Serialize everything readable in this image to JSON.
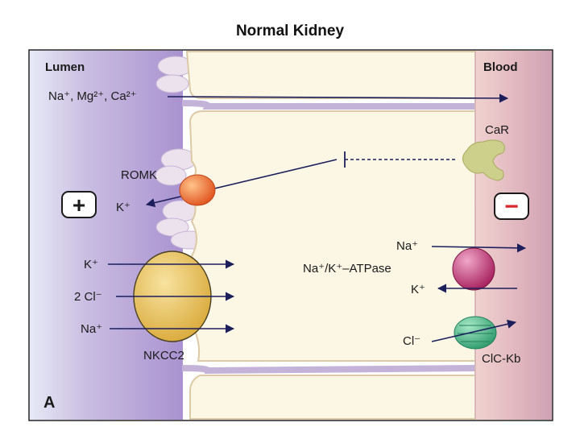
{
  "title": "Normal Kidney",
  "regions": {
    "lumen": "Lumen",
    "blood": "Blood"
  },
  "apical_transport": {
    "paracellular_cations": "Na⁺, Mg²⁺, Ca²⁺",
    "romk_channel": "ROMK",
    "romk_ion": "K⁺",
    "nkcc2_ions": [
      "K⁺",
      "2 Cl⁻",
      "Na⁺"
    ],
    "nkcc2_transporter": "NKCC2"
  },
  "basolateral_transport": {
    "calcium_sensing_receptor": "CaR",
    "pump_ion_out": "Na⁺",
    "pump": "Na⁺/K⁺–ATPase",
    "pump_ion_in": "K⁺",
    "clkb_ion": "Cl⁻",
    "clkb_channel": "ClC-Kb"
  },
  "potential": {
    "lumen_sign": "+",
    "blood_sign": "−"
  },
  "panel_label": "A",
  "colors": {
    "lumen_purple": "#b6a2d6",
    "blood_pink": "#e2bcc2",
    "cell_cream": "#fbf7e4",
    "arrow_navy": "#1c1f5c",
    "nkcc2_gold": "#e8c45c",
    "romk_orange": "#ee7f3e",
    "car_olive": "#cdd08a",
    "atpase_magenta": "#c23b78",
    "clc_green": "#52b98e",
    "minus_red": "#d8272d"
  }
}
